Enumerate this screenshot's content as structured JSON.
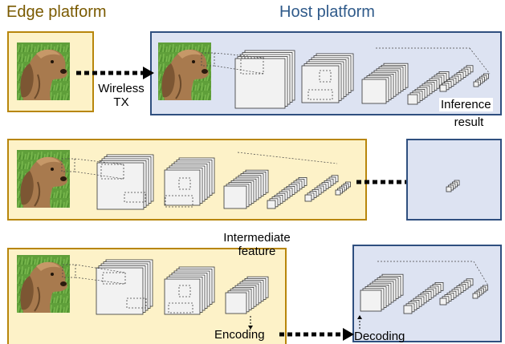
{
  "headers": {
    "edge": "Edge platform",
    "host": "Host platform"
  },
  "labels": {
    "wireless_line1": "Wireless",
    "wireless_line2": "TX",
    "inference_line1": "Inference",
    "inference_line2": "result",
    "intermediate_line1": "Intermediate",
    "intermediate_line2": "feature",
    "encoding": "Encoding",
    "decoding": "Decoding"
  },
  "colors": {
    "edge_fill": "#fdf2c8",
    "edge_border": "#b8860b",
    "host_fill": "#dde3f2",
    "host_border": "#2f4f7f",
    "host_text": "#2f5a8a",
    "edge_text": "#7a5a00",
    "arrow": "#000000"
  },
  "icons": {
    "input_image": "dog-photo-icon",
    "layer_stack": "cnn-layer-stack-icon",
    "arrow": "dotted-arrow-icon"
  }
}
